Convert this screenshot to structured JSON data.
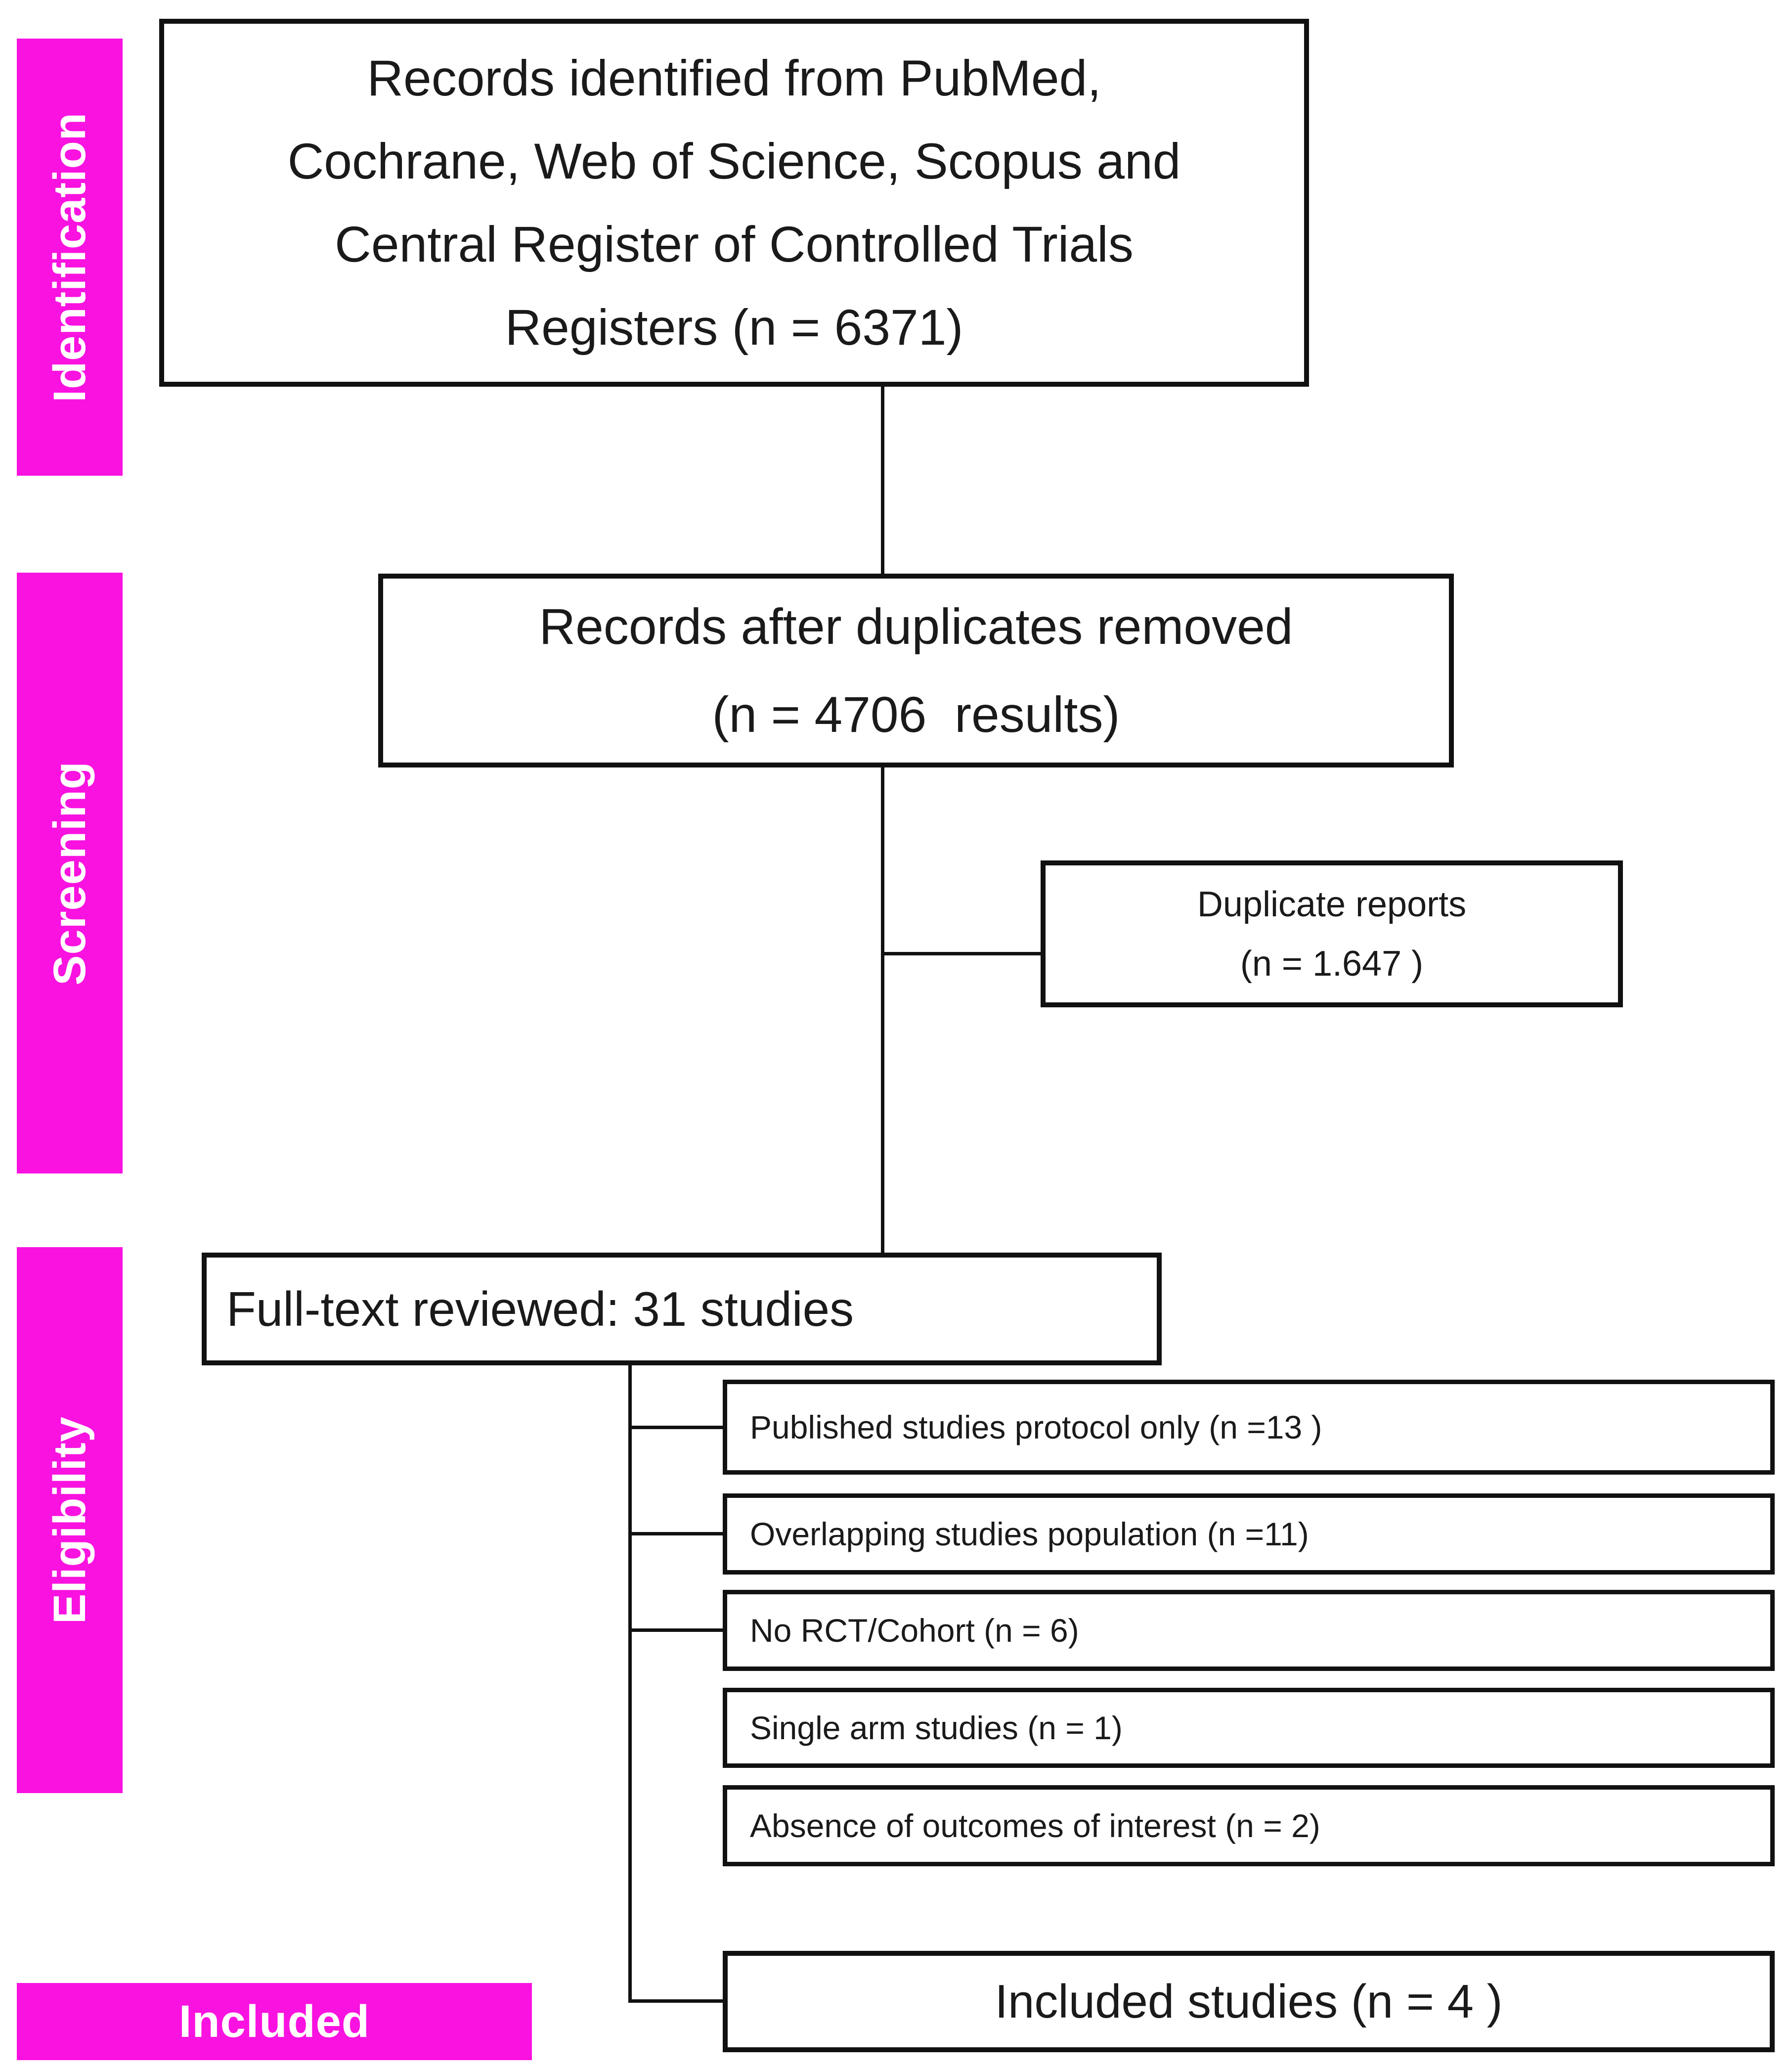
{
  "colors": {
    "accent": "#fa12e0",
    "box_border": "#111111",
    "box_text": "#1a1a1a",
    "connector": "#111111",
    "stage_label_text": "#ffffff",
    "background": "#ffffff"
  },
  "stage_labels": {
    "identification": "Identification",
    "screening": "Screening",
    "eligibility": "Eligibility",
    "included": "Included"
  },
  "flow": {
    "records_identified": {
      "line1": "Records identified from PubMed,",
      "line2": "Cochrane, Web of Science, Scopus and",
      "line3": "Central Register of Controlled Trials",
      "line4": "Registers (n = 6371)"
    },
    "duplicates_removed": {
      "line1": "Records after duplicates removed",
      "line2": "(n = 4706  results)"
    },
    "duplicate_reports": {
      "line1": "Duplicate reports",
      "line2": "(n = 1.647 )"
    },
    "full_text_reviewed": {
      "label": "Full-text reviewed: 31 studies"
    },
    "included_studies": {
      "label": "Included studies (n = 4 )"
    }
  },
  "exclusions": [
    {
      "label": "Published studies protocol only (n =13 )"
    },
    {
      "label": "Overlapping studies population (n =11)"
    },
    {
      "label": "No RCT/Cohort (n = 6)"
    },
    {
      "label": "Single arm studies (n = 1)"
    },
    {
      "label": "Absence of outcomes of interest (n = 2)"
    }
  ]
}
